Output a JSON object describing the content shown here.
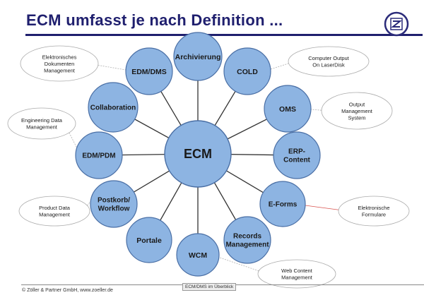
{
  "title": "ECM umfasst je nach Definition ...",
  "center": "ECM",
  "nodes": [
    [
      "Archivierung"
    ],
    [
      "COLD"
    ],
    [
      "OMS"
    ],
    [
      "ERP-",
      "Content"
    ],
    [
      "E-Forms"
    ],
    [
      "Records",
      "Management"
    ],
    [
      "WCM"
    ],
    [
      "Portale"
    ],
    [
      "Postkorb/",
      "Workflow"
    ],
    [
      "EDM/PDM"
    ],
    [
      "Collaboration"
    ],
    [
      "EDM/DMS"
    ]
  ],
  "callouts": [
    [
      "Elektronisches",
      "Dokumenten",
      "Management"
    ],
    [
      "Computer Output",
      "On LaserDisk"
    ],
    [
      "Output",
      "Management",
      "System"
    ],
    [
      "Engineering Data",
      "Management"
    ],
    [
      "Elektronische",
      "Formulare"
    ],
    [
      "Product Data",
      "Management"
    ],
    [
      "Web Content",
      "Management"
    ]
  ],
  "footer": {
    "copyright": "© Zöller & Partner GmbH, www.zoeller.de",
    "center": "ECM/DMS im Überblick"
  },
  "colors": {
    "node_fill": "#8db4e2",
    "node_stroke": "#4a6fa5",
    "title": "#1f1f6e",
    "callout_stroke": "#aaaaaa",
    "e_forms_leader": "#d9534f"
  }
}
